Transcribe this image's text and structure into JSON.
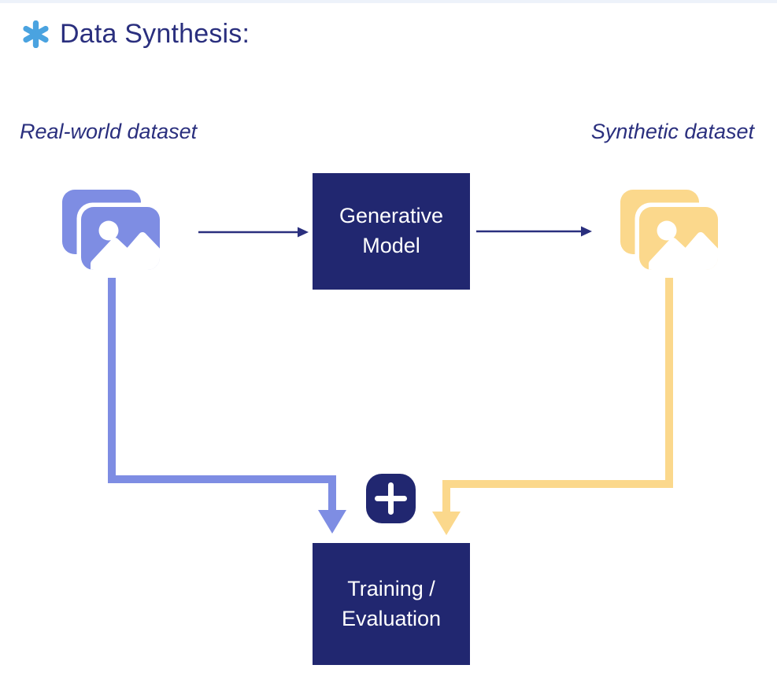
{
  "title": {
    "icon": "asterisk-icon",
    "text": "Data Synthesis:"
  },
  "labels": {
    "real_world": "Real-world dataset",
    "synthetic": "Synthetic dataset"
  },
  "nodes": {
    "generative_model": {
      "line1": "Generative",
      "line2": "Model"
    },
    "training_evaluation": {
      "line1": "Training /",
      "line2": "Evaluation"
    }
  },
  "icons": {
    "left": "images-stack-icon",
    "right": "images-stack-icon",
    "combine": "plus-icon"
  },
  "flow": {
    "left_to_model": "real-world dataset to generative model",
    "model_to_right": "generative model to synthetic dataset",
    "left_to_training": "real-world dataset to training/evaluation",
    "right_to_training": "synthetic dataset to training/evaluation"
  },
  "colors": {
    "navy": "#212770",
    "ink": "#2a2f7e",
    "periwinkle": "#7e8de3",
    "yellow": "#fbd88c",
    "sky": "#4aa3e0",
    "strip": "#edf2fa"
  }
}
